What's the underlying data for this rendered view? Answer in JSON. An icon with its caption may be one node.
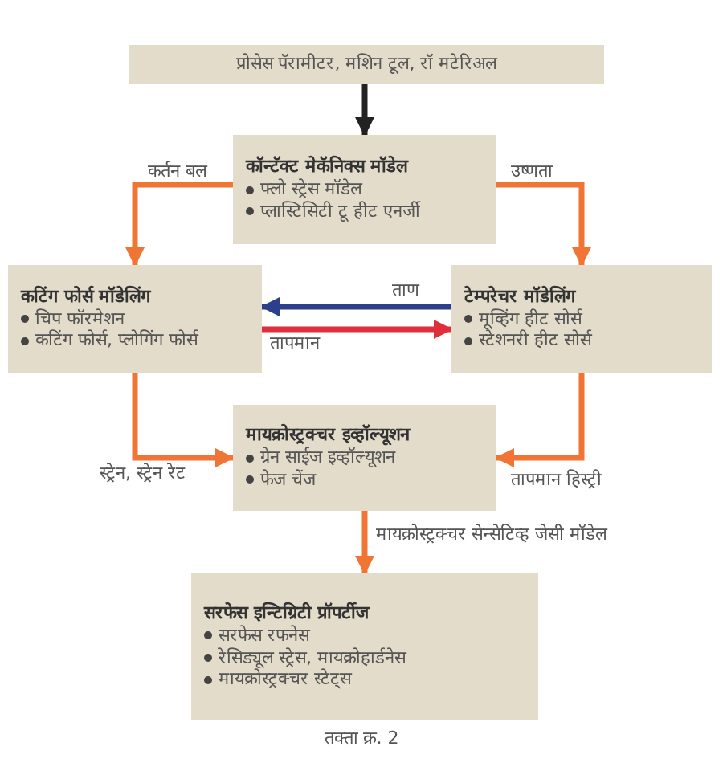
{
  "diagram": {
    "caption": "तक्ता क्र. 2",
    "nodes": [
      {
        "text": [
          "प्रोसेस पॅरामीटर, मशिन टूल, रॉ मटेरिअल"
        ]
      },
      {
        "text": [
          "कॉन्टॅक्ट मेकॅनिक्स मॉडेल",
          "फ्लो स्ट्रेस मॉडेल",
          "प्लास्टिसिटी टू हीट एनर्जी"
        ]
      },
      {
        "text": [
          "कटिंग फोर्स मॉडेलिंग",
          "चिप फॉरमेशन",
          "कटिंग फोर्स, प्लोगिंग फोर्स"
        ]
      },
      {
        "text": [
          "टेम्परेचर मॉडेलिंग",
          "मूव्हिंग हीट सोर्स",
          "स्टेशनरी हीट सोर्स"
        ]
      },
      {
        "text": [
          "मायक्रोस्ट्रक्चर इव्हॉल्यूशन",
          "ग्रेन साईज इव्हॉल्यूशन",
          "फेज चेंज"
        ]
      },
      {
        "text": [
          "सरफेस इन्टिग्रिटी प्रॉपर्टीज",
          "सरफेस रफनेस",
          "रेसिड्यूल स्ट्रेस, मायक्रोहार्डनेस",
          "मायक्रोस्ट्रक्चर स्टेट्स"
        ]
      }
    ],
    "edges": [
      {
        "from": 0,
        "to": 1,
        "arrow": "to",
        "color": "#222222"
      },
      {
        "from": 1,
        "to": 2,
        "arrow": "to",
        "label": "कर्तन बल"
      },
      {
        "from": 1,
        "to": 3,
        "arrow": "to",
        "label": "उष्णता"
      },
      {
        "from": 3,
        "to": 2,
        "arrow": "to",
        "label": "ताण",
        "color": "#2b3f8c"
      },
      {
        "from": 2,
        "to": 3,
        "arrow": "to",
        "label": "तापमान",
        "color": "#dd2f3c"
      },
      {
        "from": 2,
        "to": 4,
        "arrow": "to",
        "label": "स्ट्रेन, स्ट्रेन रेट"
      },
      {
        "from": 3,
        "to": 4,
        "arrow": "to",
        "label": "तापमान हिस्ट्री"
      },
      {
        "from": 4,
        "to": 5,
        "arrow": "to",
        "label": "मायक्रोस्ट्रक्चर सेन्सेटिव्ह जेसी मॉडेल"
      }
    ]
  }
}
